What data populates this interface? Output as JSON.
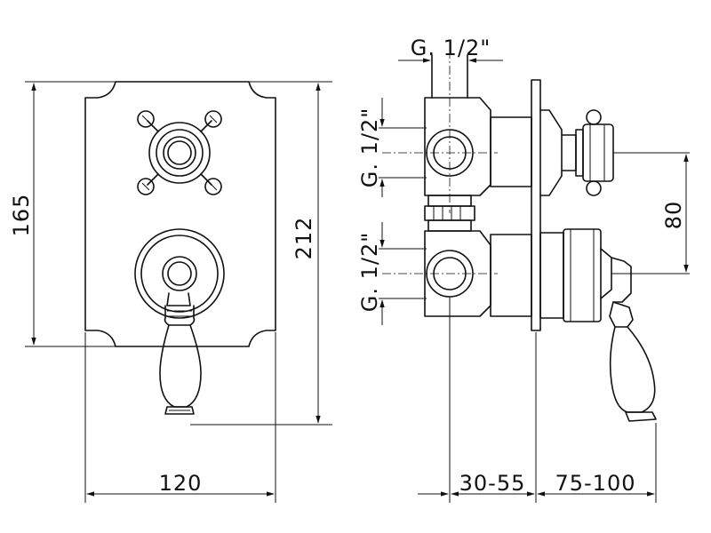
{
  "front_view": {
    "width_label": "120",
    "plate_height_label": "165",
    "total_height_label": "212"
  },
  "side_view": {
    "top_inlet_label": "G. 1/2\"",
    "upper_outlet_label": "G. 1/2\"",
    "lower_outlet_label": "G. 1/2\"",
    "spacing_label": "80",
    "install_depth_label": "30-55",
    "projection_label": "75-100"
  }
}
